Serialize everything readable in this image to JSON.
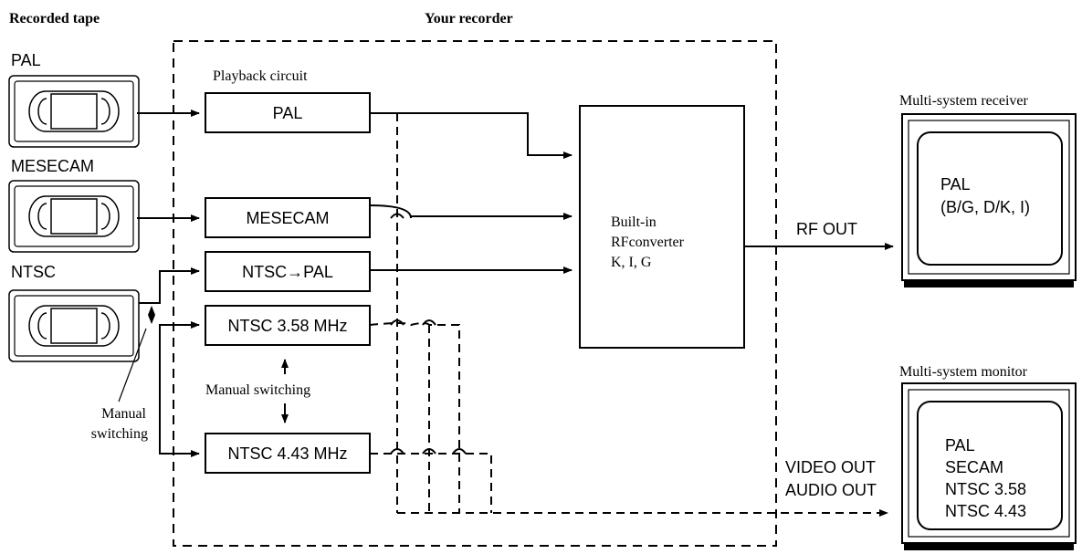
{
  "headers": {
    "recorded_tape": "Recorded tape",
    "your_recorder": "Your recorder"
  },
  "tapes": [
    {
      "label": "PAL",
      "icon": "vhs-cassette-icon"
    },
    {
      "label": "MESECAM",
      "icon": "vhs-cassette-icon"
    },
    {
      "label": "NTSC",
      "icon": "vhs-cassette-icon"
    }
  ],
  "playback_circuit_label": "Playback circuit",
  "circuits": [
    {
      "id": "pal",
      "label": "PAL"
    },
    {
      "id": "mesecam",
      "label": "MESECAM"
    },
    {
      "id": "ntsc-pal",
      "label": "NTSC",
      "arrow_glyph": "→",
      "label_suffix": "PAL"
    },
    {
      "id": "ntsc-358",
      "label": "NTSC 3.58 MHz"
    },
    {
      "id": "ntsc-443",
      "label": "NTSC 4.43 MHz"
    }
  ],
  "manual_switching_center": "Manual switching",
  "manual_switching_left": [
    "Manual",
    "switching"
  ],
  "rf_converter": [
    "Built-in",
    "RFconverter",
    "K, I, G"
  ],
  "outputs": {
    "rf_out": "RF OUT",
    "video_out": "VIDEO OUT",
    "audio_out": "AUDIO OUT"
  },
  "receiver": {
    "title": "Multi-system receiver",
    "lines": [
      "PAL",
      "(B/G, D/K, I)"
    ],
    "icon": "tv-receiver-icon"
  },
  "monitor": {
    "title": "Multi-system monitor",
    "lines": [
      "PAL",
      "SECAM",
      "NTSC 3.58",
      "NTSC 4.43"
    ],
    "icon": "tv-monitor-icon"
  }
}
